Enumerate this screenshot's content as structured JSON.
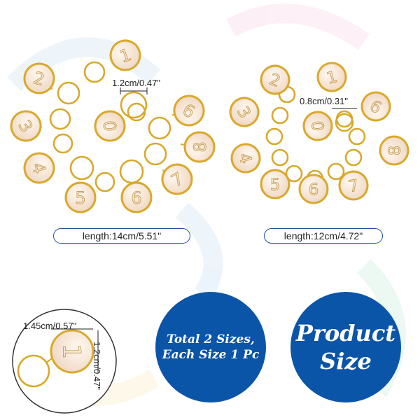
{
  "set_large": {
    "length_label": "length:14cm/5.51\"",
    "ring_dim": "1.2cm/0.47\"",
    "numbers": [
      "1",
      "2",
      "3",
      "4",
      "5",
      "6",
      "7",
      "8",
      "9",
      "0"
    ]
  },
  "set_small": {
    "length_label": "length:12cm/4.72\"",
    "ring_dim": "0.8cm/0.31\"",
    "numbers": [
      "1",
      "2",
      "3",
      "4",
      "5",
      "6",
      "7",
      "8",
      "9",
      "0"
    ]
  },
  "detail": {
    "width_dim": "1.45cm/0.57\"",
    "height_dim": "1.2cm/0.47\"",
    "charm_number": "1"
  },
  "badges": {
    "sizes_line1": "Total 2 Sizes,",
    "sizes_line2": "Each Size 1 Pc",
    "product_line1": "Product",
    "product_line2": "Size"
  },
  "colors": {
    "gold": "#d9a92c",
    "enamel": "#f6e6d8",
    "badge_blue": "#0b55a8",
    "dim_blue": "#1f4e9c"
  }
}
